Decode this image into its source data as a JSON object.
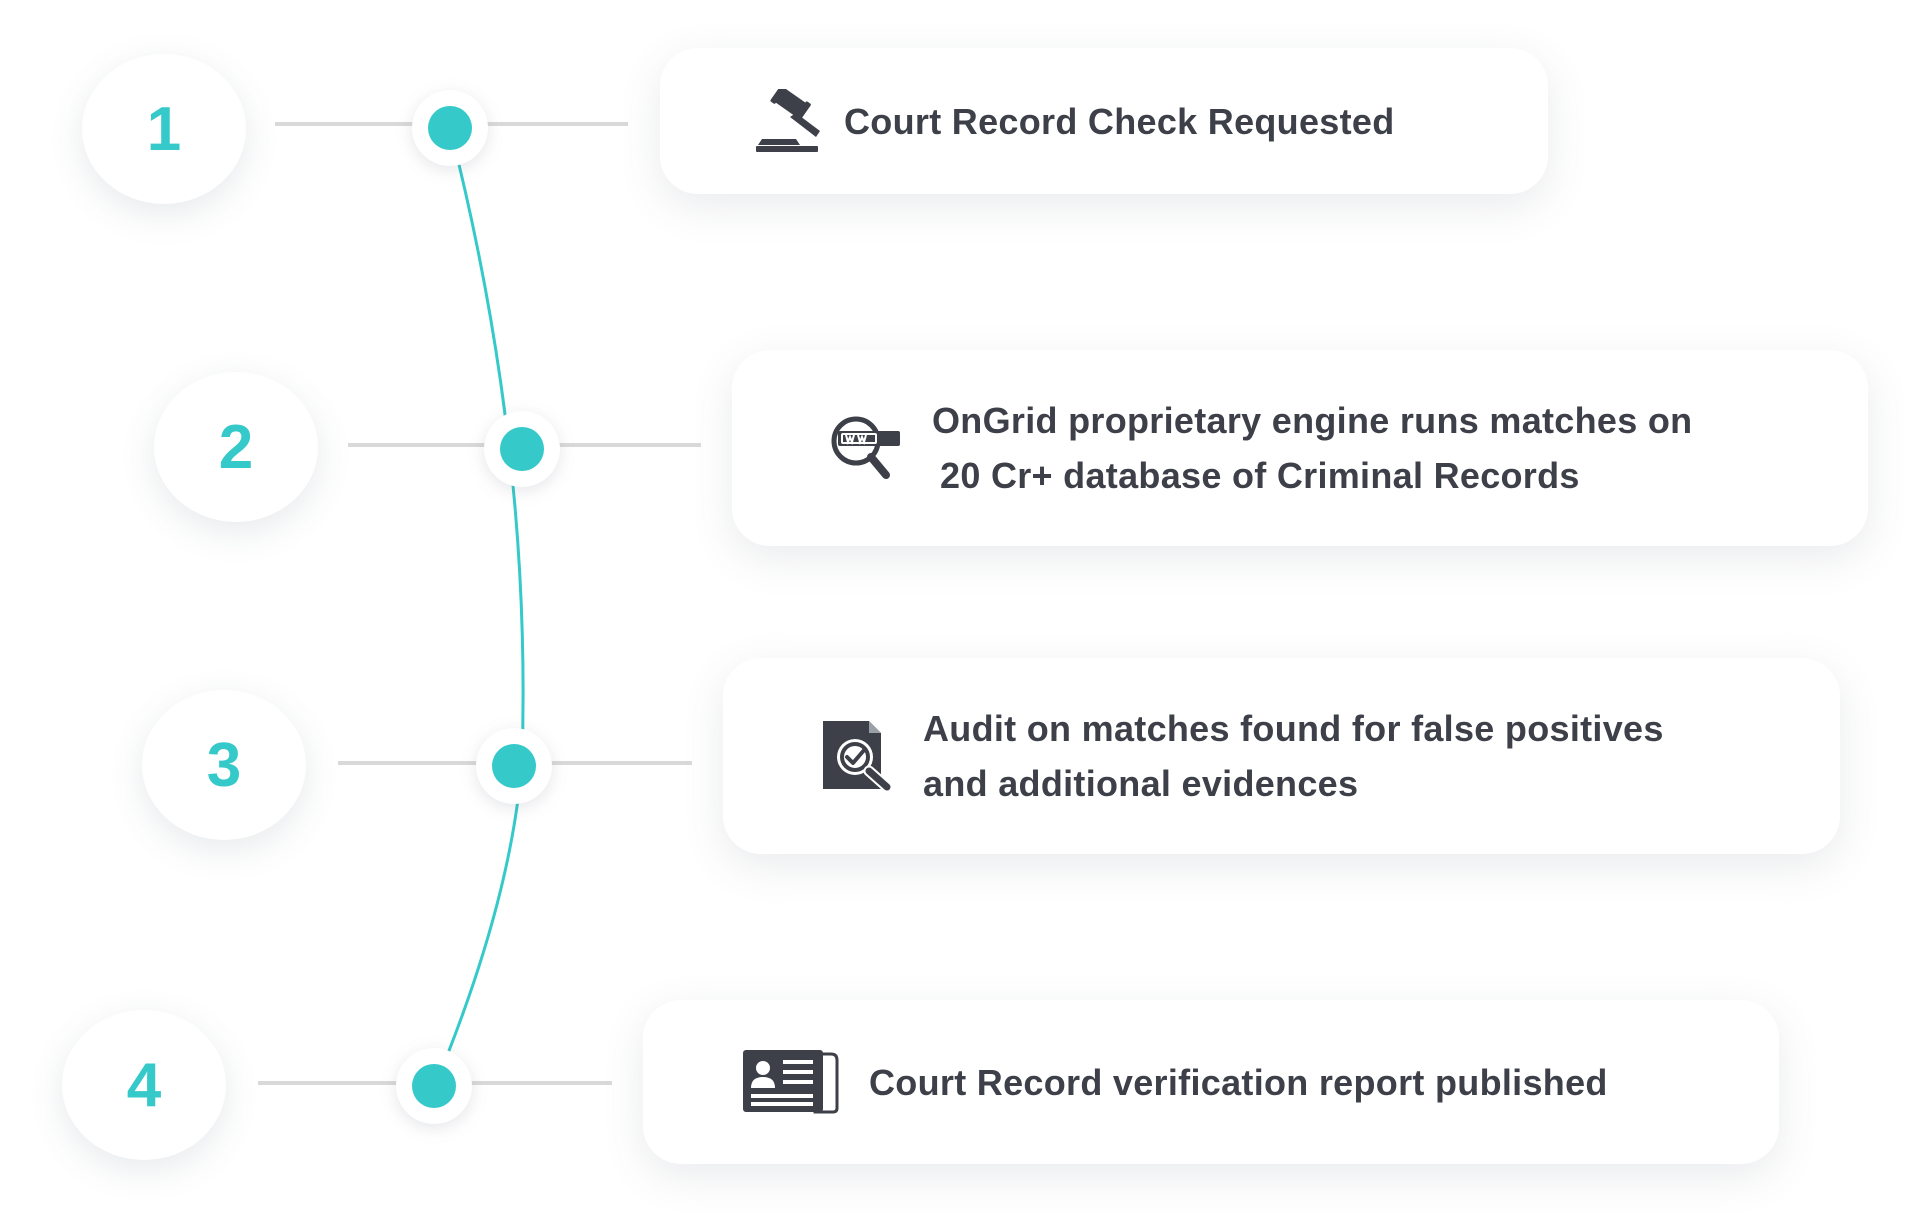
{
  "steps": [
    {
      "number": "1",
      "icon": "gavel-icon",
      "lines": [
        "Court Record Check Requested"
      ]
    },
    {
      "number": "2",
      "icon": "database-search-icon",
      "lines": [
        "OnGrid proprietary engine runs matches on",
        "20 Cr+ database of Criminal Records"
      ]
    },
    {
      "number": "3",
      "icon": "document-audit-icon",
      "lines": [
        "Audit on matches found for false positives",
        "and additional evidences"
      ]
    },
    {
      "number": "4",
      "icon": "report-document-icon",
      "lines": [
        "Court Record verification report published"
      ]
    }
  ],
  "colors": {
    "accent": "#35c9c9",
    "text": "#3d4048",
    "connector": "#d9d9d9",
    "icon": "#3d4048"
  }
}
